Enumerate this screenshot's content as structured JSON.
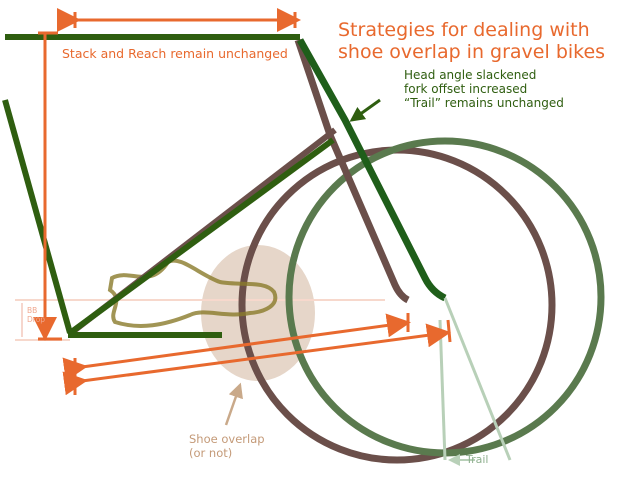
{
  "title_line1": "Strategies for dealing with",
  "title_line2": "shoe overlap in gravel bikes",
  "stack_reach": "Stack and Reach remain unchanged",
  "head_angle": [
    "Head angle slackened",
    "fork offset increased",
    "“Trail” remains unchanged"
  ],
  "bb_drop": [
    "BB",
    "Drop"
  ],
  "shoe_overlap": [
    "Shoe overlap",
    "(or not)"
  ],
  "trail": "Trail",
  "colors": {
    "orange": "#e8692e",
    "green": "#2f5e10",
    "brown": "#6b4f4a",
    "wheel_green": "#5a7a4e",
    "overlap": "#e6d6c9"
  }
}
